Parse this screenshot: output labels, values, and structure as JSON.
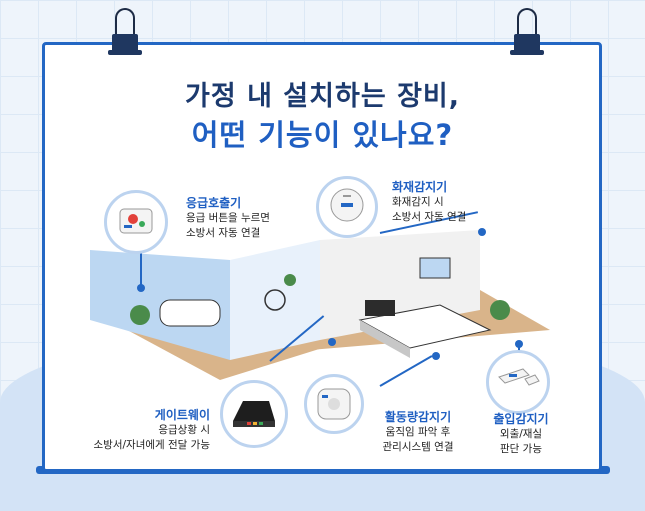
{
  "title": {
    "line1": "가정 내 설치하는 장비,",
    "line2": "어떤 기능이 있나요?"
  },
  "devices": {
    "emergency_call": {
      "name": "응급호출기",
      "desc1": "응급 버튼을 누르면",
      "desc2": "소방서 자동 연결"
    },
    "fire_detector": {
      "name": "화재감지기",
      "desc1": "화재감지 시",
      "desc2": "소방서 자동 연결"
    },
    "gateway": {
      "name": "게이트웨이",
      "desc1": "응급상황 시",
      "desc2": "소방서/자녀에게 전달 가능"
    },
    "activity_sensor": {
      "name": "활동량감지기",
      "desc1": "움직임 파악 후",
      "desc2": "관리시스템 연결"
    },
    "door_sensor": {
      "name": "출입감지기",
      "desc1": "외출/재실",
      "desc2": "판단 가능"
    }
  },
  "colors": {
    "brand_blue": "#1f5fc2",
    "navy": "#1c3a6e",
    "board_border": "#2367c4",
    "light_blue": "#d3e3f6"
  }
}
